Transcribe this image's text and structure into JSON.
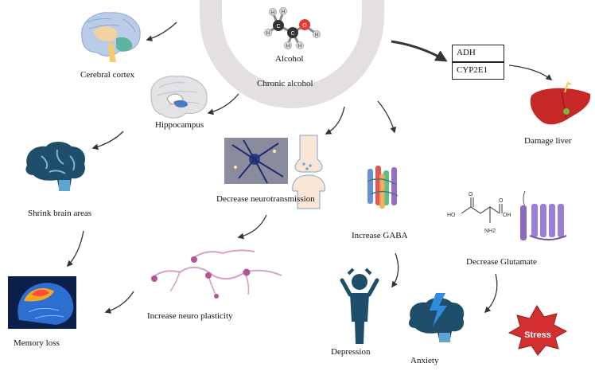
{
  "center": {
    "molecule_label": "Alcohol",
    "title": "Chronic alcohol",
    "atoms": {
      "carbon": "C",
      "oxygen": "O",
      "hydrogen": "H"
    }
  },
  "enzymes": [
    "ADH",
    "CYP2E1"
  ],
  "labels": {
    "cerebral_cortex": "Cerebral cortex",
    "hippocampus": "Hippocampus",
    "shrink_brain": "Shrink brain areas",
    "memory_loss": "Memory loss",
    "decrease_neurotransmission": "Decrease neurotransmission",
    "increase_neuro_plasticity": "Increase neuro plasticity",
    "increase_gaba": "Increase GABA",
    "decrease_glutamate": "Decrease Glutamate",
    "damage_liver": "Damage liver",
    "depression": "Depression",
    "anxiety": "Anxiety"
  },
  "glutamate_structure": {
    "ho_left": "HO",
    "oh_right": "OH",
    "o_top_left": "O",
    "o_top_right": "O",
    "amine": "NH2"
  },
  "stress_badge": "Stress",
  "colors": {
    "arrow": "#333333",
    "arc": "#e4e0df",
    "liver": "#c62828",
    "brain_dark": "#1f4e6b",
    "stress": "#d32f2f"
  }
}
